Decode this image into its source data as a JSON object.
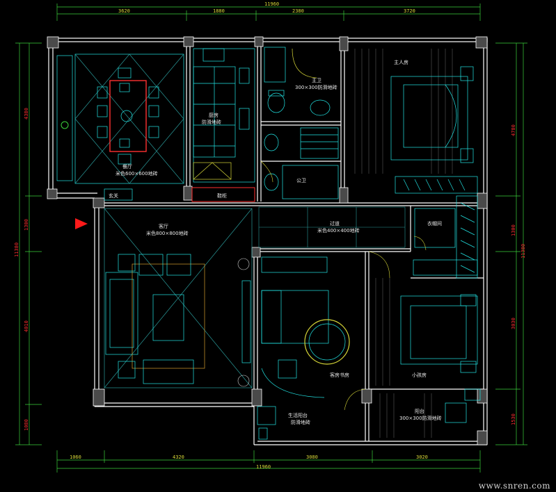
{
  "dimensions": {
    "top_total": "11960",
    "top": [
      "3620",
      "1880",
      "2380",
      "3720"
    ],
    "bottom_total": "11960",
    "bottom": [
      "1060",
      "4320",
      "3080",
      "3020"
    ],
    "left_total": "11380",
    "left": [
      "4380",
      "1300",
      "4010",
      "1080"
    ],
    "right_total": "11380",
    "right": [
      "4780",
      "1300",
      "3030",
      "1530"
    ]
  },
  "rooms": {
    "dining": {
      "name": "餐厅",
      "tile": "米色600×600地砖"
    },
    "kitchen": {
      "name": "厨房",
      "tile": "防滑地砖"
    },
    "bath_main": {
      "name": "主卫",
      "tile": "300×300防滑地砖"
    },
    "bath_guest": {
      "name": "公卫"
    },
    "master_bed": {
      "name": "主人房"
    },
    "living": {
      "name": "客厅",
      "tile": "米色800×800地砖"
    },
    "corridor": {
      "name": "过道",
      "tile": "米色400×400地砖"
    },
    "cloakroom": {
      "name": "衣帽间"
    },
    "guest_study": {
      "name": "客房书房"
    },
    "kids": {
      "name": "小孩房"
    },
    "balcony_service": {
      "name": "生活阳台",
      "tile": "防滑地砖"
    },
    "balcony_main": {
      "name": "阳台",
      "tile": "300×300防滑地砖"
    },
    "entry": {
      "name": "玄关"
    },
    "shoe": {
      "name": "鞋柜"
    }
  },
  "watermark": "www.snren.com",
  "colors": {
    "wall": "#ffffff",
    "furniture": "#22e6e6",
    "dimension": "#d8d838",
    "dim_red": "#ff2a2a",
    "dim_green": "#3cd23c",
    "entry_marker": "#ff1a1a"
  }
}
